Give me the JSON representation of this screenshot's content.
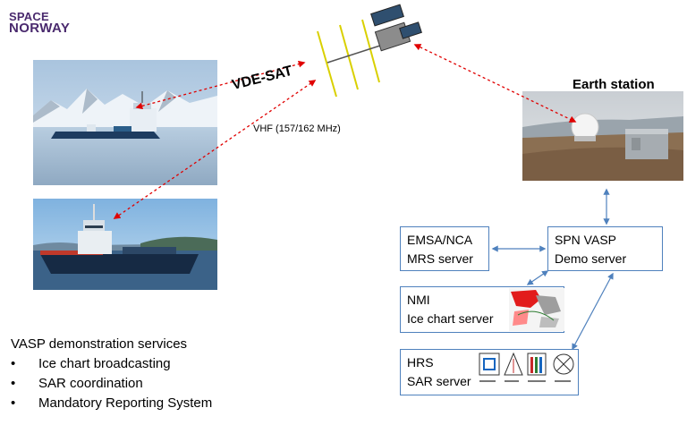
{
  "logo": {
    "line1": "SPACE",
    "line2": "NORWAY"
  },
  "satellite": {
    "label": "VDE-SAT"
  },
  "link": {
    "label": "VHF (157/162 MHz)"
  },
  "earth_station": {
    "label": "Earth station"
  },
  "boxes": {
    "emsa": {
      "line1": "EMSA/NCA",
      "line2": "MRS server"
    },
    "spn": {
      "line1": "SPN VASP",
      "line2": "Demo server"
    },
    "nmi": {
      "line1": "NMI",
      "line2": "Ice chart server"
    },
    "hrs": {
      "line1": "HRS",
      "line2": "SAR server"
    }
  },
  "services": {
    "title": "VASP demonstration services",
    "items": [
      "Ice chart broadcasting",
      "SAR coordination",
      "Mandatory Reporting System"
    ]
  },
  "colors": {
    "logo": "#4a2a6e",
    "box_border": "#4f81bd",
    "radio_link": "#e00000",
    "network_link": "#4f81bd"
  }
}
